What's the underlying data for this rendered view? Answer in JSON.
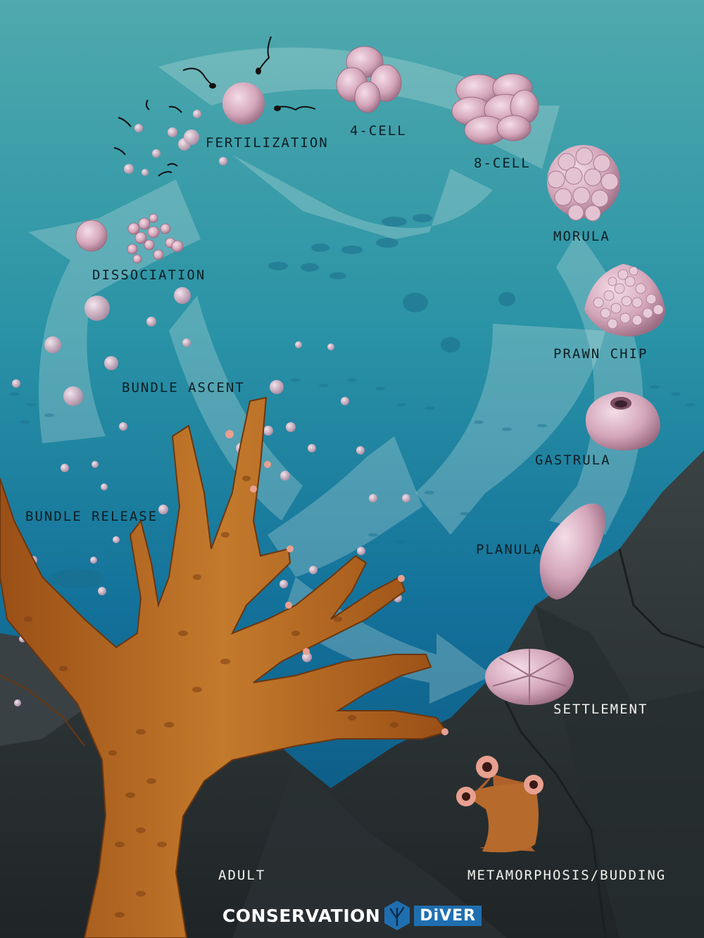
{
  "stages": {
    "fertilization": "FERTILIZATION",
    "four_cell": "4-CELL",
    "eight_cell": "8-CELL",
    "morula": "MORULA",
    "prawn_chip": "PRAWN CHIP",
    "gastrula": "GASTRULA",
    "planula": "PLANULA",
    "settlement": "SETTLEMENT",
    "metamorphosis": "METAMORPHOSIS/BUDDING",
    "adult": "ADULT",
    "bundle_release": "BUNDLE RELEASE",
    "bundle_ascent": "BUNDLE ASCENT",
    "dissociation": "DISSOCIATION"
  },
  "brand": {
    "name_left": "CONSERVATION",
    "name_right": "DiVER",
    "color": "#1f6fb0"
  },
  "colors": {
    "water_top": "#3f9fa6",
    "water_bottom": "#0d5e8a",
    "coral": "#b8651f",
    "embryo": "#d9b0c3",
    "rock": "#2e3537"
  }
}
